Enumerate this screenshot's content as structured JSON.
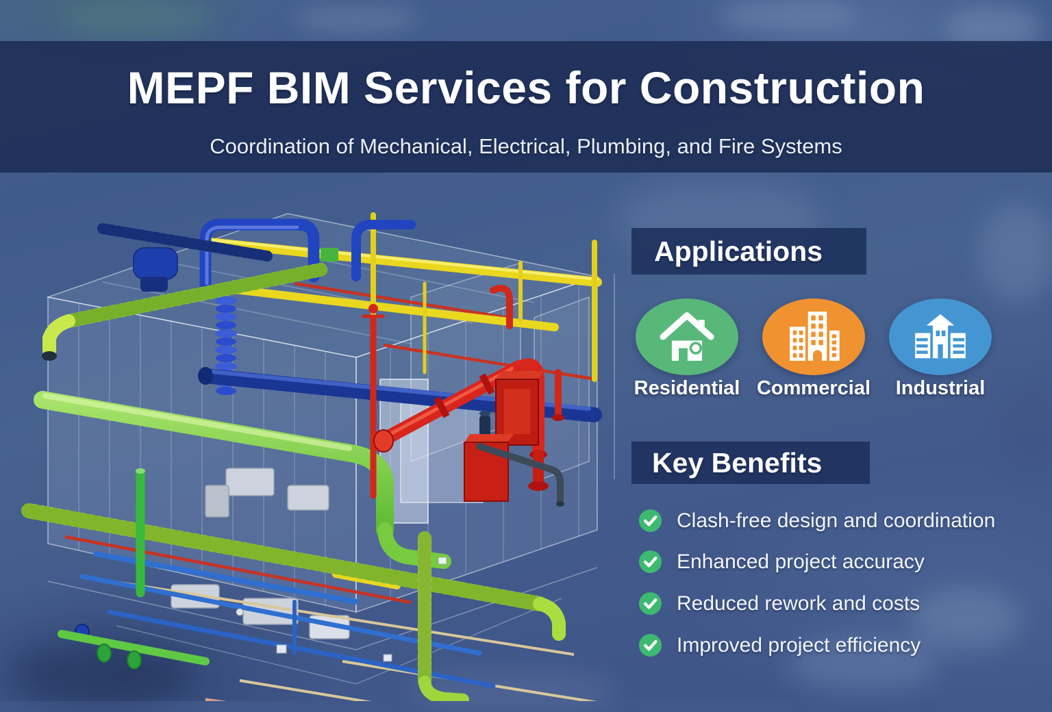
{
  "header": {
    "title": "MEPF BIM Services for Construction",
    "subtitle": "Coordination of Mechanical, Electrical, Plumbing, and Fire Systems"
  },
  "applications": {
    "heading": "Applications",
    "items": [
      {
        "label": "Residential",
        "icon": "house-icon",
        "color": "#58b87a"
      },
      {
        "label": "Commercial",
        "icon": "buildings-icon",
        "color": "#f0922f"
      },
      {
        "label": "Industrial",
        "icon": "factory-icon",
        "color": "#4496d3"
      }
    ]
  },
  "benefits": {
    "heading": "Key Benefits",
    "check_color": "#3cba70",
    "items": [
      "Clash-free design and coordination",
      "Enhanced project accuracy",
      "Reduced rework and costs",
      "Improved project efficiency"
    ]
  },
  "model_illustration": {
    "description": "3D BIM model of building MEPF systems",
    "system_colors": {
      "mechanical_duct_green": "#7ccf3f",
      "plumbing_blue": "#2145c0",
      "electrical_tray_yellow": "#ead71f",
      "fire_protection_red": "#d8261c"
    }
  }
}
